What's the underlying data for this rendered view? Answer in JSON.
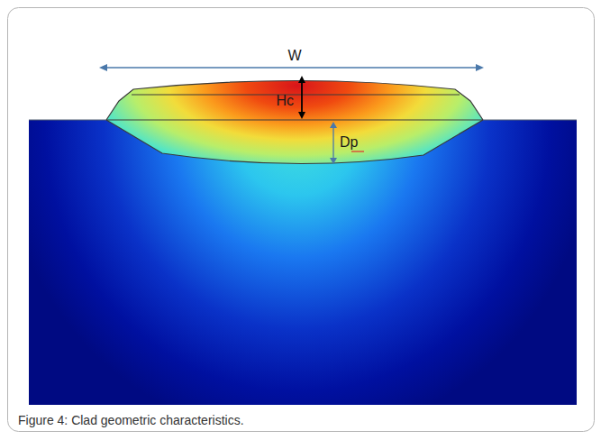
{
  "diagram": {
    "caption": "Figure 4: Clad geometric characteristics.",
    "labels": [
      "W",
      "Hc",
      "Dp"
    ]
  }
}
